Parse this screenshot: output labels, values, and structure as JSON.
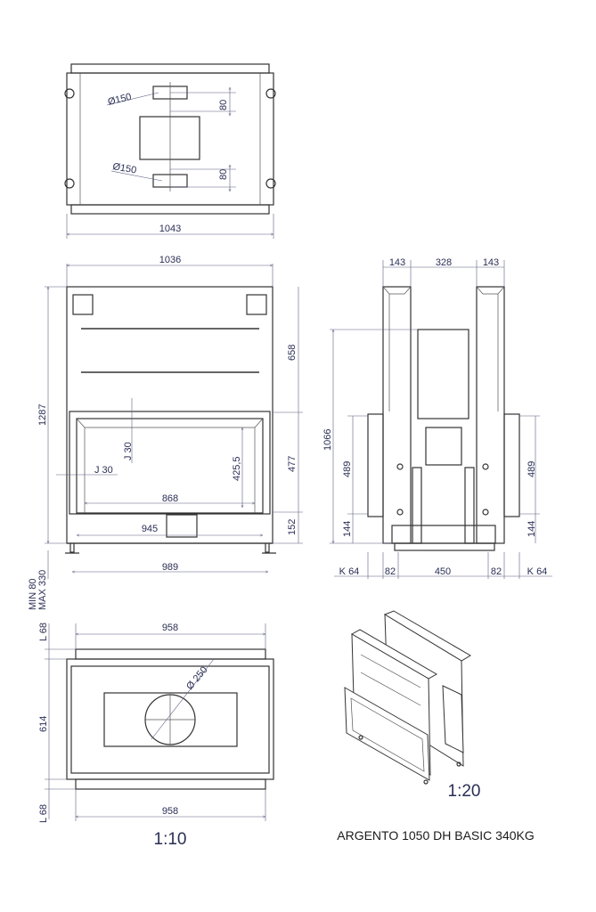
{
  "top_view": {
    "width": "1043",
    "flue_top": "Ø150",
    "offset_top": "80",
    "flue_bottom": "Ø150",
    "offset_bottom": "80"
  },
  "front_view": {
    "width": "1036",
    "height": "1287",
    "upper": "658",
    "door": "477",
    "base": "152",
    "glass_height": "425,5",
    "joint_vertical": "J 30",
    "joint_horizontal": "J 30",
    "glass_width": "868",
    "door_width": "945",
    "feet_width": "989",
    "leg_adjust_min": "MIN 80",
    "leg_adjust_max": "MAX 330"
  },
  "side_view": {
    "col_left": "143",
    "center": "328",
    "col_right": "143",
    "height": "1066",
    "flange_left": "489",
    "flange_right": "489",
    "base_left": "144",
    "base_right": "144",
    "k_left": "K 64",
    "foot_left": "82",
    "foot_span": "450",
    "foot_right": "82",
    "k_right": "K 64"
  },
  "bottom_view": {
    "l_top": "L 68",
    "width_top": "958",
    "depth": "614",
    "flue": "Ø 250",
    "l_bottom": "L 68",
    "width_bottom": "958"
  },
  "scales": {
    "main": "1:10",
    "iso": "1:20"
  },
  "product_title": "ARGENTO 1050 DH BASIC 340KG"
}
